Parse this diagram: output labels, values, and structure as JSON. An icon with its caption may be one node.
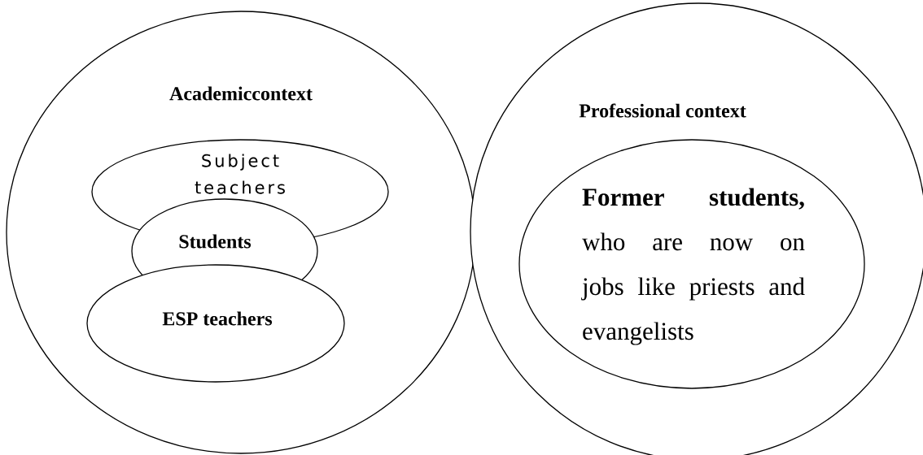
{
  "diagram": {
    "nodes": [
      {
        "text": [
          "Academiccontext"
        ]
      },
      {
        "text": [
          "Subject teachers"
        ],
        "in": 0
      },
      {
        "text": [
          "Students"
        ],
        "in": 0
      },
      {
        "text": [
          "ESP teachers"
        ],
        "in": 0
      },
      {
        "text": [
          "Professional context"
        ]
      },
      {
        "text": [
          "**Former students,** who are now on jobs like priests and evangelists"
        ],
        "in": 4
      }
    ]
  }
}
